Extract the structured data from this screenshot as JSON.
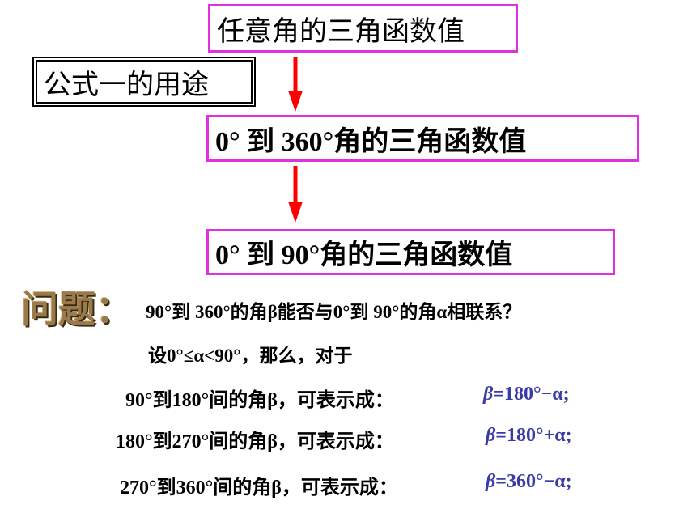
{
  "boxes": {
    "general": "任意角的三角函数值",
    "formula_use": "公式一的用途",
    "range_360": "0° 到 360°角的三角函数值",
    "range_90": "0° 到 90°角的三角函数值"
  },
  "question": {
    "label": "问题：",
    "text": "90°到 360°的角β能否与0°到 90°的角α相联系？"
  },
  "assume": "设0°≤α<90°，那么，对于",
  "cases": [
    {
      "text": "90°到180°间的角β，可表示成：",
      "formula_var": "β",
      "formula_rest": "=180°−α;"
    },
    {
      "text": "180°到270°间的角β，可表示成：",
      "formula_var": "β",
      "formula_rest": "=180°+α;"
    },
    {
      "text": "270°到360°间的角β，可表示成：",
      "formula_var": "β",
      "formula_rest": "=360°−α;"
    }
  ],
  "colors": {
    "box_border": "#e030e0",
    "arrow": "#ff0000",
    "formula": "#3b3ba8",
    "question_label": "#9a7a4a"
  },
  "icons": {
    "arrow": "down-arrow-icon"
  }
}
